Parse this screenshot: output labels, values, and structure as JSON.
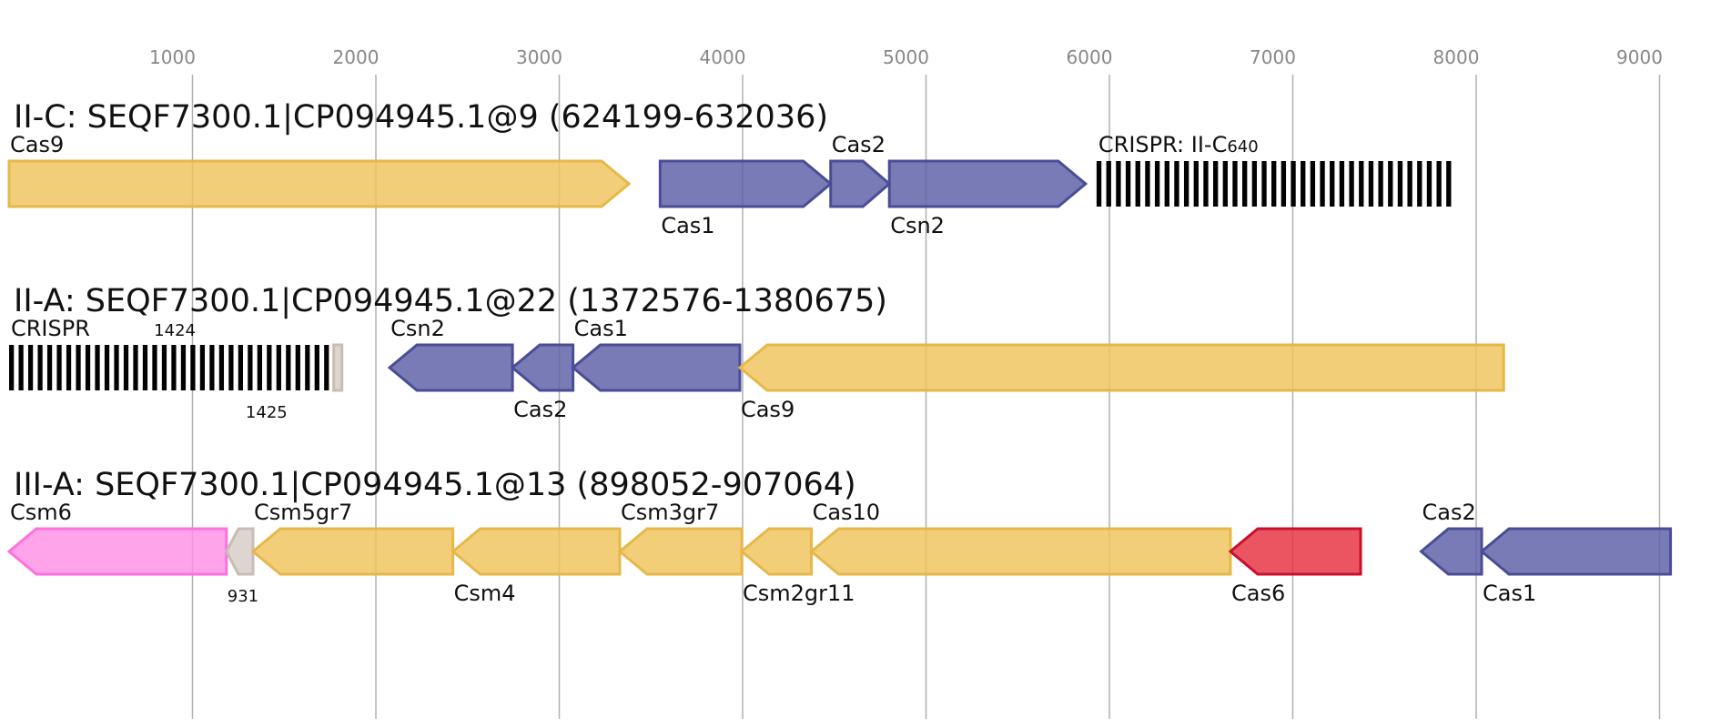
{
  "colors": {
    "cas_core": "#5b5ea6",
    "cas9_like": "#f0c35a",
    "csm6": "#ff8fe6",
    "cas6": "#e6303f",
    "unknown": "#d6ccc4",
    "crispr_bar": "#000000"
  },
  "axis": {
    "min": 0,
    "max": 9500,
    "ticks": [
      1000,
      2000,
      3000,
      4000,
      5000,
      6000,
      7000,
      8000,
      9000
    ],
    "tick_labels": [
      "1000",
      "2000",
      "3000",
      "4000",
      "5000",
      "6000",
      "7000",
      "8000",
      "9000"
    ]
  },
  "tracks": [
    {
      "title": "II-C: SEQF7300.1|CP094945.1@9 (624199-632036)",
      "features": [
        {
          "kind": "gene",
          "label": "Cas9",
          "start": 0,
          "end": 3380,
          "strand": "+",
          "color": "cas9_like",
          "label_pos": "above"
        },
        {
          "kind": "gene",
          "label": "Cas1",
          "start": 3550,
          "end": 4480,
          "strand": "+",
          "color": "cas_core",
          "label_pos": "below"
        },
        {
          "kind": "gene",
          "label": "Cas2",
          "start": 4480,
          "end": 4800,
          "strand": "+",
          "color": "cas_core",
          "label_pos": "above"
        },
        {
          "kind": "gene",
          "label": "Csn2",
          "start": 4800,
          "end": 5870,
          "strand": "+",
          "color": "cas_core",
          "label_pos": "below"
        },
        {
          "kind": "crispr",
          "label": "CRISPR: II-C",
          "subscript": "640",
          "start": 5930,
          "end": 7890,
          "repeats": 37,
          "label_pos": "above"
        }
      ]
    },
    {
      "title": "II-A: SEQF7300.1|CP094945.1@22 (1372576-1380675)",
      "features": [
        {
          "kind": "crispr",
          "label": "CRISPR",
          "start": 0,
          "end": 1770,
          "repeats": 34,
          "label_pos": "above"
        },
        {
          "kind": "gene",
          "label": "",
          "start": 1770,
          "end": 1815,
          "strand": "box",
          "color": "unknown",
          "label_pos": "none"
        },
        {
          "kind": "gene",
          "label": "Csn2",
          "start": 2075,
          "end": 2745,
          "strand": "-",
          "color": "cas_core",
          "label_pos": "above"
        },
        {
          "kind": "gene",
          "label": "Cas2",
          "start": 2745,
          "end": 3075,
          "strand": "-",
          "color": "cas_core",
          "label_pos": "below"
        },
        {
          "kind": "gene",
          "label": "Cas1",
          "start": 3075,
          "end": 3985,
          "strand": "-",
          "color": "cas_core",
          "label_pos": "above"
        },
        {
          "kind": "gene",
          "label": "Cas9",
          "start": 3985,
          "end": 8150,
          "strand": "-",
          "color": "cas9_like",
          "label_pos": "below"
        }
      ],
      "extra_labels": [
        {
          "text": "1424",
          "pos": 790,
          "where": "above"
        },
        {
          "text": "1425",
          "pos": 1290,
          "where": "below"
        }
      ]
    },
    {
      "title": "III-A: SEQF7300.1|CP094945.1@13 (898052-907064)",
      "features": [
        {
          "kind": "gene",
          "label": "Csm6",
          "start": 0,
          "end": 1185,
          "strand": "-",
          "color": "csm6",
          "label_pos": "above"
        },
        {
          "kind": "gene",
          "label": "",
          "start": 1185,
          "end": 1330,
          "strand": "-",
          "color": "unknown",
          "label_pos": "none"
        },
        {
          "kind": "gene",
          "label": "Csm5gr7",
          "start": 1330,
          "end": 2420,
          "strand": "-",
          "color": "cas9_like",
          "label_pos": "above"
        },
        {
          "kind": "gene",
          "label": "Csm4",
          "start": 2420,
          "end": 3330,
          "strand": "-",
          "color": "cas9_like",
          "label_pos": "below"
        },
        {
          "kind": "gene",
          "label": "Csm3gr7",
          "start": 3330,
          "end": 3995,
          "strand": "-",
          "color": "cas9_like",
          "label_pos": "above"
        },
        {
          "kind": "gene",
          "label": "Csm2gr11",
          "start": 3995,
          "end": 4375,
          "strand": "-",
          "color": "cas9_like",
          "label_pos": "below"
        },
        {
          "kind": "gene",
          "label": "Cas10",
          "start": 4375,
          "end": 6660,
          "strand": "-",
          "color": "cas9_like",
          "label_pos": "above"
        },
        {
          "kind": "gene",
          "label": "Cas6",
          "start": 6660,
          "end": 7370,
          "strand": "-",
          "color": "cas6",
          "label_pos": "below"
        },
        {
          "kind": "gene",
          "label": "Cas2",
          "start": 7700,
          "end": 8030,
          "strand": "-",
          "color": "cas_core",
          "label_pos": "above"
        },
        {
          "kind": "gene",
          "label": "Cas1",
          "start": 8030,
          "end": 9060,
          "strand": "-",
          "color": "cas_core",
          "label_pos": "below"
        }
      ],
      "extra_labels": [
        {
          "text": "931",
          "pos": 1190,
          "where": "below"
        }
      ]
    }
  ]
}
